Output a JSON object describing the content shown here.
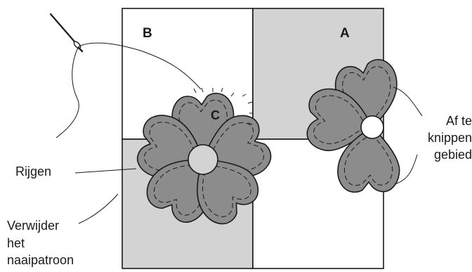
{
  "colors": {
    "background": "#ffffff",
    "block_shade": "#d3d3d3",
    "petal_fill": "#8c8c8c",
    "outline": "#1a1a1a",
    "center_fill": "#d3d3d3"
  },
  "blocks": {
    "label_b": "B",
    "label_a": "A",
    "label_c": "C"
  },
  "labels": {
    "cut_off_area_line1": "Af te",
    "cut_off_area_line2": "knippen",
    "cut_off_area_line3": "gebied",
    "basting": "Rijgen",
    "remove_pattern_line1": "Verwijder",
    "remove_pattern_line2": "het",
    "remove_pattern_line3": "naaipatroon"
  },
  "icons": [
    "needle-icon",
    "thread"
  ]
}
